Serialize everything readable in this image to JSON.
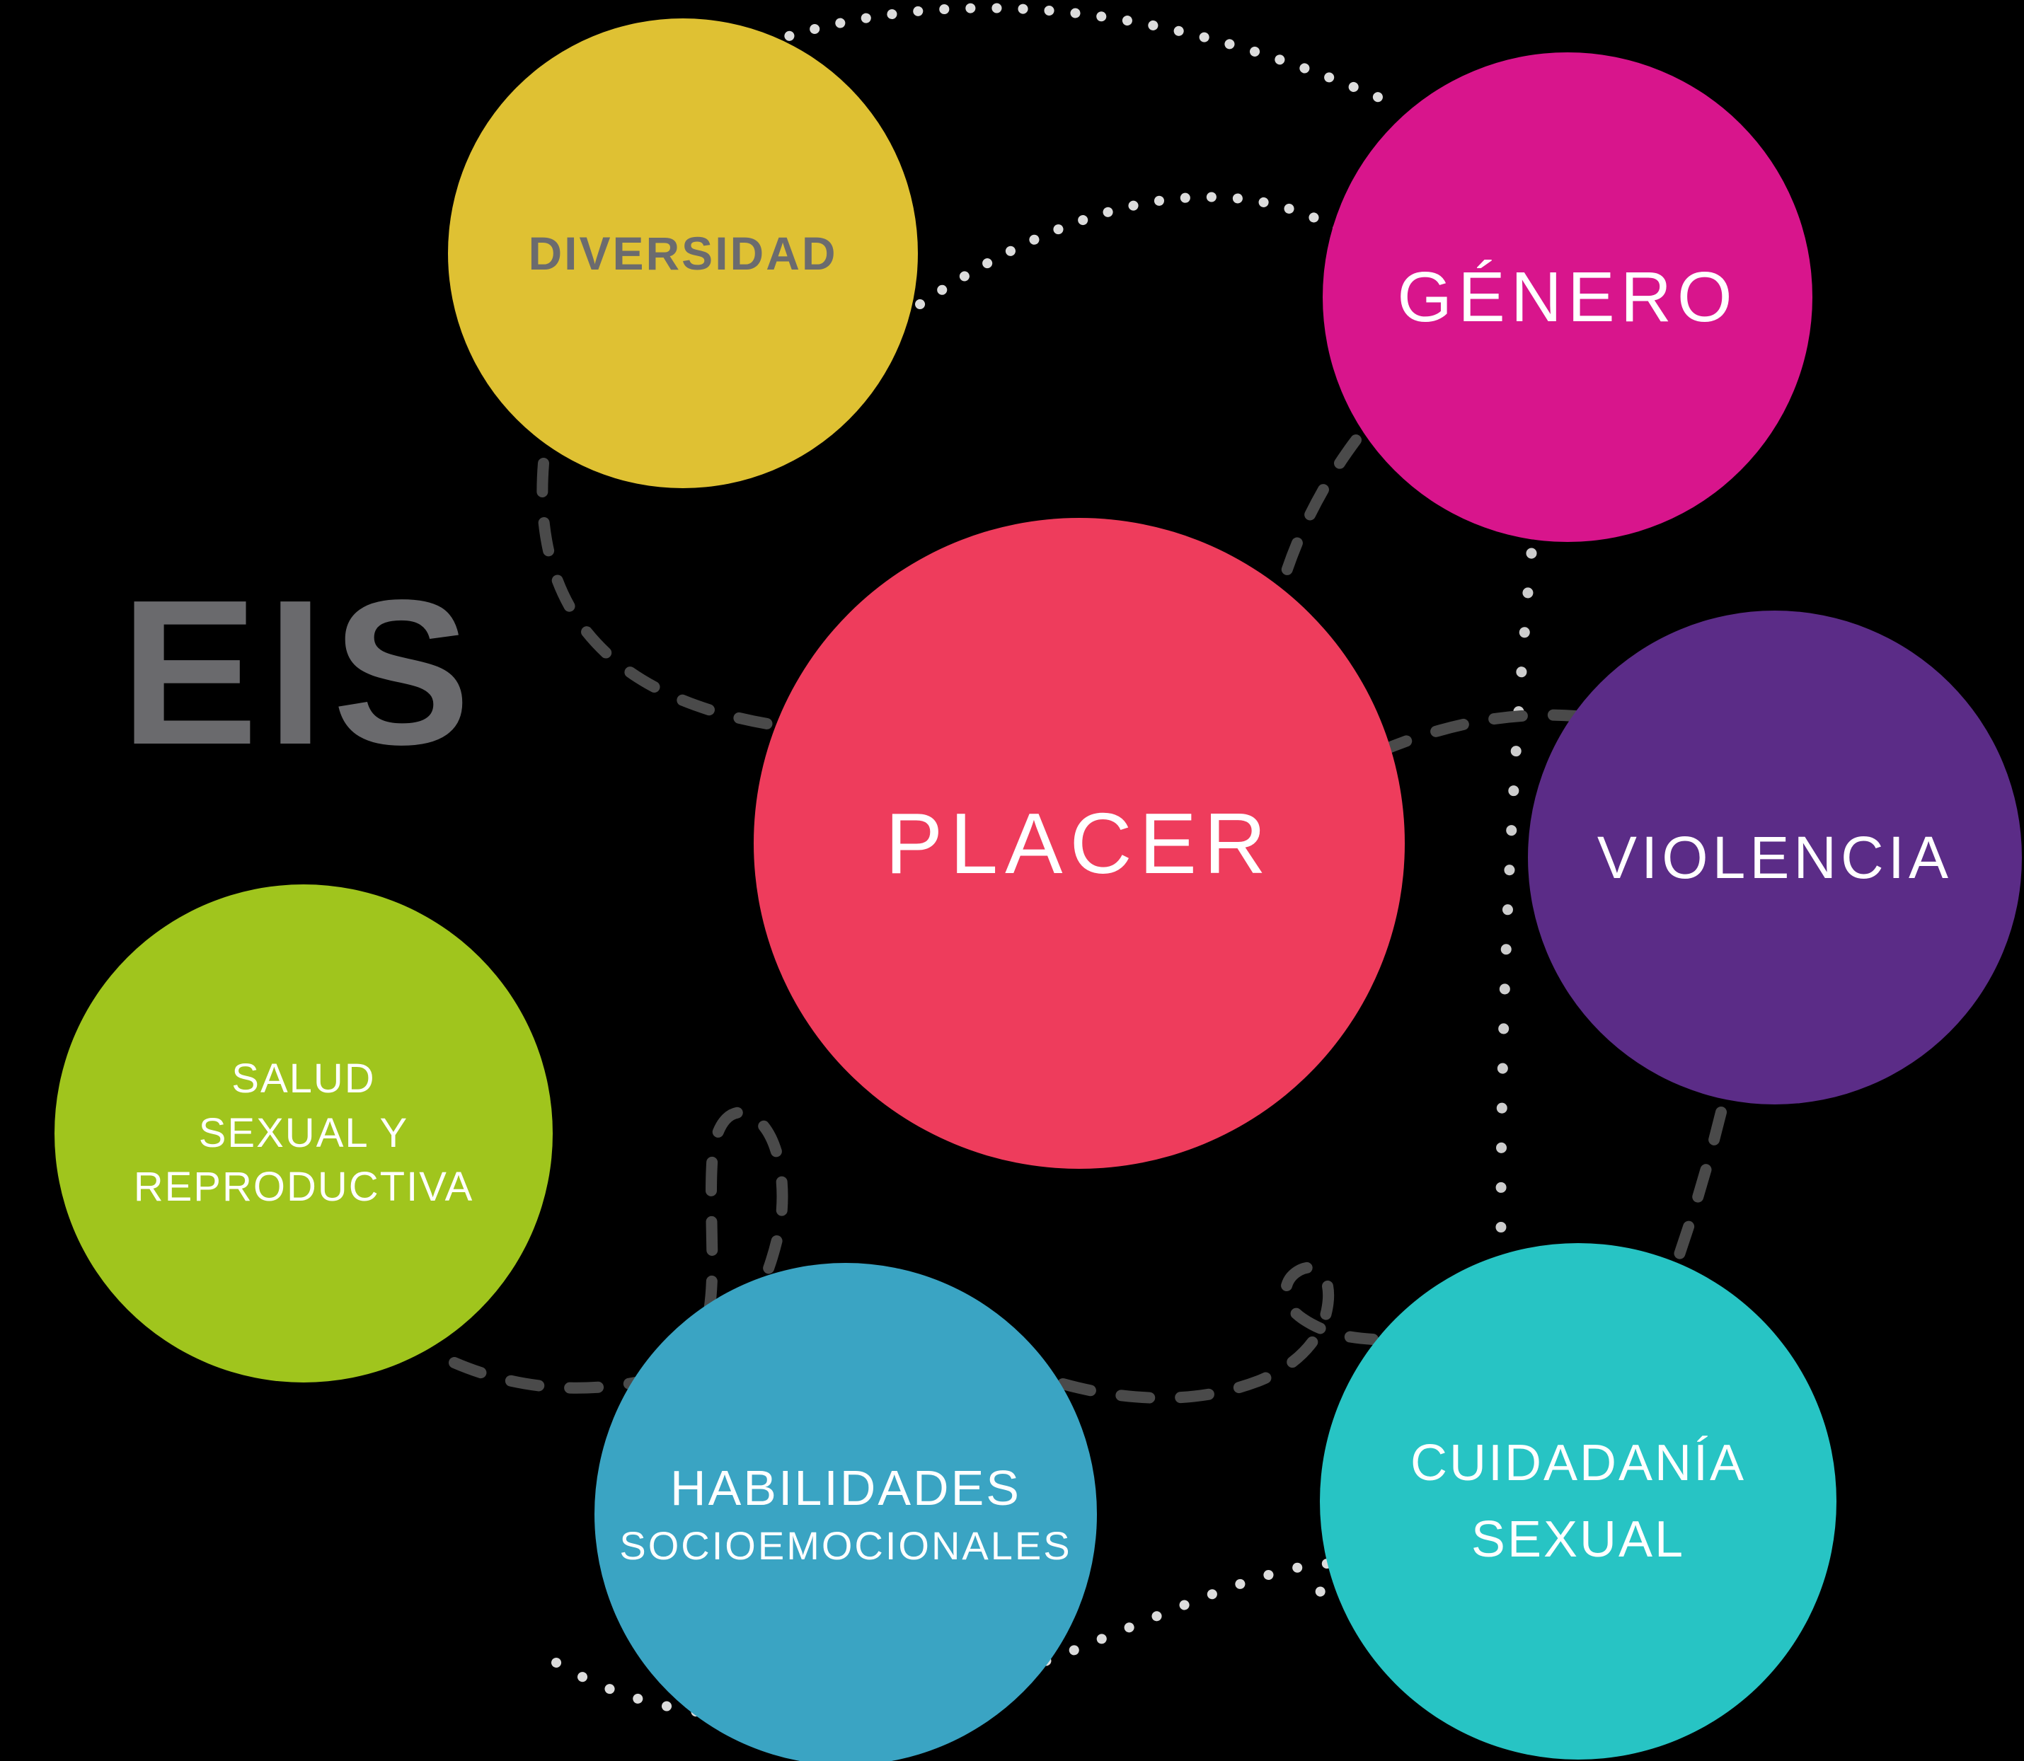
{
  "background": "#000000",
  "logo": {
    "text": "EIS",
    "color": "#6A6A6D"
  },
  "nodes": [
    {
      "id": "diversidad",
      "label": "DIVERSIDAD",
      "color": "#DFC133",
      "text_color": "#6B6B6E"
    },
    {
      "id": "genero",
      "label": "GÉNERO",
      "color": "#D8158C",
      "text_color": "#FFFFFF"
    },
    {
      "id": "placer",
      "label": "PLACER",
      "color": "#EE3C5C",
      "text_color": "#FFFFFF"
    },
    {
      "id": "violencia",
      "label": "VIOLENCIA",
      "color": "#5B2C87",
      "text_color": "#FFFFFF"
    },
    {
      "id": "salud",
      "lines": [
        "SALUD",
        "SEXUAL Y",
        "REPRODUCTIVA"
      ],
      "color": "#A0C51D",
      "text_color": "#FFFFFF"
    },
    {
      "id": "habilidades",
      "lines": [
        "HABILIDADES",
        "SOCIOEMOCIONALES"
      ],
      "color": "#3AA4C3",
      "text_color": "#FFFFFF"
    },
    {
      "id": "cuidadania",
      "lines": [
        "CUIDADANÍA",
        "SEXUAL"
      ],
      "color": "#27C4C4",
      "text_color": "#FFFFFF"
    }
  ],
  "connectors": {
    "dot_color": "#DCDCDC",
    "dot_color_dim": "#CDCDCD",
    "dash_color": "#4A4A4A"
  }
}
